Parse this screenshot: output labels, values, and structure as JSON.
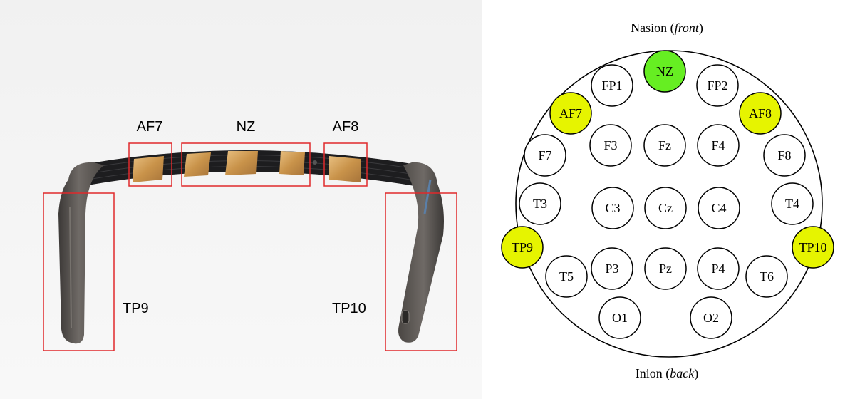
{
  "photo": {
    "region_labels": {
      "af7": "AF7",
      "nz": "NZ",
      "af8": "AF8",
      "tp9": "TP9",
      "tp10": "TP10"
    },
    "box_color": "#e0292b"
  },
  "scalp_map": {
    "title_front_prefix": "Nasion (",
    "title_front_italic": "front",
    "title_front_suffix": ")",
    "title_back_prefix": "Inion (",
    "title_back_italic": "back",
    "title_back_suffix": ")",
    "highlight_green": "#66ee22",
    "highlight_yellow": "#e6f400",
    "electrodes": [
      {
        "label": "NZ",
        "fill": "green"
      },
      {
        "label": "FP1",
        "fill": "none"
      },
      {
        "label": "FP2",
        "fill": "none"
      },
      {
        "label": "AF7",
        "fill": "yellow"
      },
      {
        "label": "AF8",
        "fill": "yellow"
      },
      {
        "label": "F7",
        "fill": "none"
      },
      {
        "label": "F3",
        "fill": "none"
      },
      {
        "label": "Fz",
        "fill": "none"
      },
      {
        "label": "F4",
        "fill": "none"
      },
      {
        "label": "F8",
        "fill": "none"
      },
      {
        "label": "T3",
        "fill": "none"
      },
      {
        "label": "C3",
        "fill": "none"
      },
      {
        "label": "Cz",
        "fill": "none"
      },
      {
        "label": "C4",
        "fill": "none"
      },
      {
        "label": "T4",
        "fill": "none"
      },
      {
        "label": "TP9",
        "fill": "yellow"
      },
      {
        "label": "TP10",
        "fill": "yellow"
      },
      {
        "label": "T5",
        "fill": "none"
      },
      {
        "label": "P3",
        "fill": "none"
      },
      {
        "label": "Pz",
        "fill": "none"
      },
      {
        "label": "P4",
        "fill": "none"
      },
      {
        "label": "T6",
        "fill": "none"
      },
      {
        "label": "O1",
        "fill": "none"
      },
      {
        "label": "O2",
        "fill": "none"
      }
    ]
  }
}
